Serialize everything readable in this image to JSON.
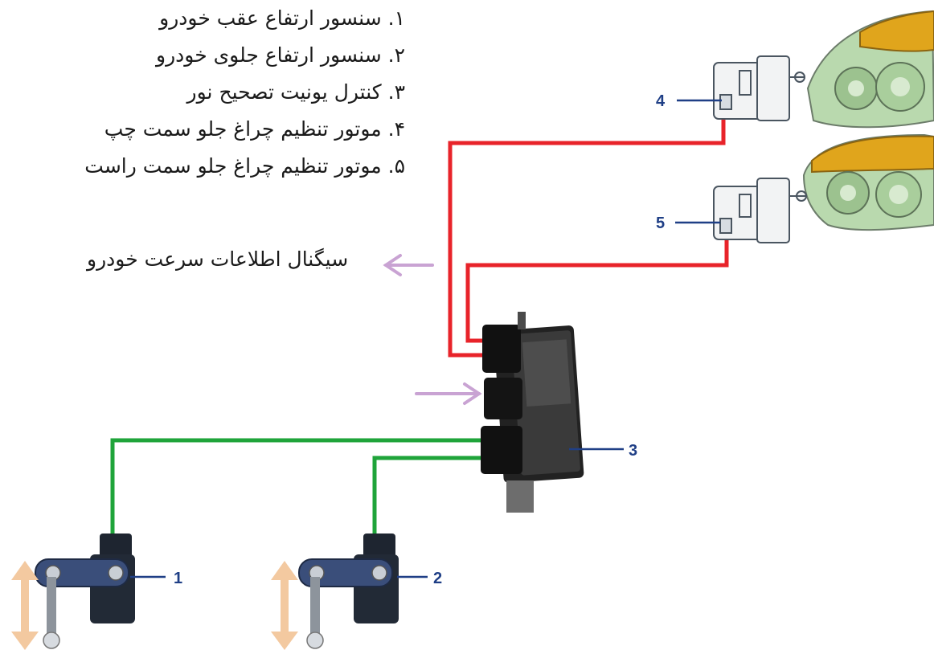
{
  "legend": {
    "items": [
      "۱. سنسور ارتفاع عقب خودرو",
      "۲. سنسور ارتفاع جلوی خودرو",
      "۳. کنترل یونیت تصحیح نور",
      "۴. موتور تنظیم چراغ جلو سمت چپ",
      "۵. موتور تنظیم چراغ جلو سمت راست"
    ]
  },
  "signal": {
    "label": "سیگنال اطلاعات سرعت خودرو"
  },
  "callouts": {
    "c1": "1",
    "c2": "2",
    "c3": "3",
    "c4": "4",
    "c5": "5"
  },
  "colors": {
    "motor_wire": "#e8232a",
    "sensor_wire": "#1fa43a",
    "signal_arrow": "#c9a3d3",
    "travel_arrow": "#f3c9a0",
    "callout": "#1f3f86",
    "headlamp_amber": "#e0a51c",
    "headlamp_lens": "#b9d9ae"
  }
}
